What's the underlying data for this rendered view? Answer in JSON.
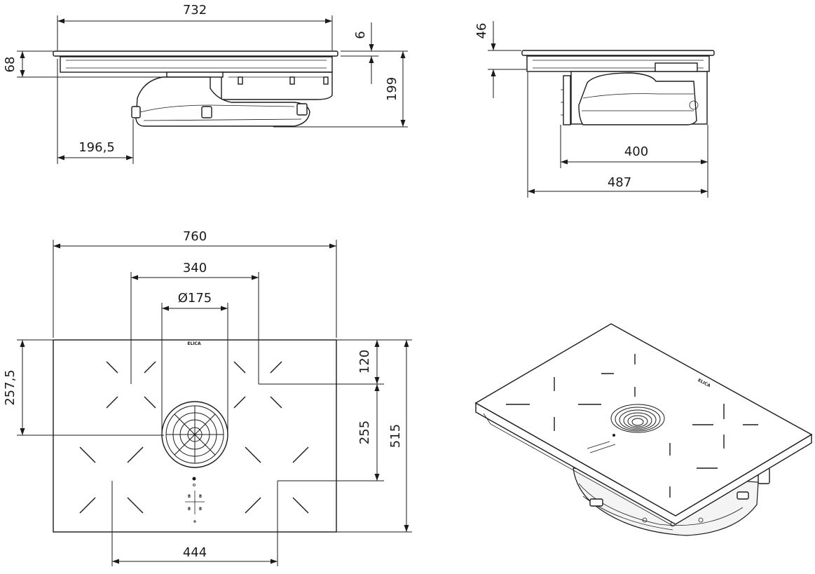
{
  "brand": "ELICA",
  "colors": {
    "line": "#1a1a1a",
    "background": "#ffffff"
  },
  "views": {
    "side_view": {
      "width_top": "732",
      "glass_thickness": "6",
      "height_total": "199",
      "height_body": "68",
      "offset_motor": "196,5"
    },
    "front_view": {
      "height_top": "46",
      "depth_body": "400",
      "depth_total": "487"
    },
    "top_view": {
      "width_total": "760",
      "zone_spacing": "340",
      "extractor_diameter": "Ø175",
      "front_zone_spacing": "444",
      "depth_center": "257,5",
      "depth_rear_zone": "120",
      "depth_zone_spacing": "255",
      "depth_total": "515"
    }
  }
}
